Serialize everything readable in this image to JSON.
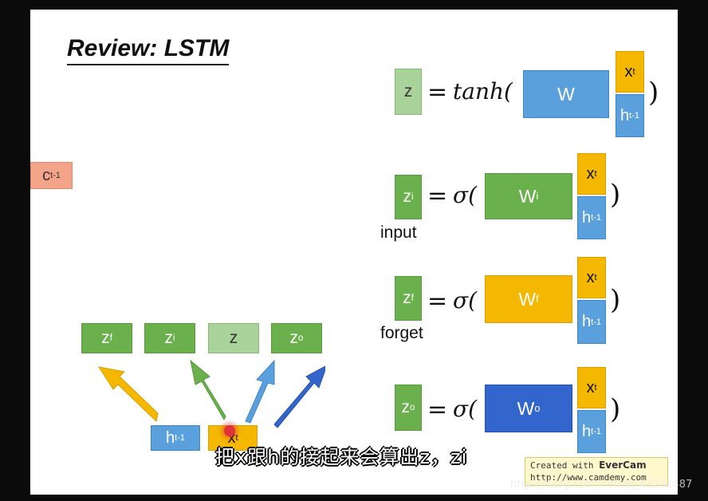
{
  "title": "Review: LSTM",
  "cell_prev": {
    "base": "c",
    "sup": "t-1"
  },
  "equations": [
    {
      "lhs": {
        "base": "z",
        "sup": ""
      },
      "func": "tanh(",
      "weight": {
        "base": "W",
        "sup": ""
      },
      "x": {
        "base": "x",
        "sup": "t"
      },
      "h": {
        "base": "h",
        "sup": "t-1"
      },
      "label": "",
      "color": "#5aa0dc"
    },
    {
      "lhs": {
        "base": "z",
        "sup": "i"
      },
      "func": "σ(",
      "weight": {
        "base": "W",
        "sup": "i"
      },
      "x": {
        "base": "x",
        "sup": "t"
      },
      "h": {
        "base": "h",
        "sup": "t-1"
      },
      "label": "input",
      "color": "#6ab04c"
    },
    {
      "lhs": {
        "base": "z",
        "sup": "f"
      },
      "func": "σ(",
      "weight": {
        "base": "W",
        "sup": "f"
      },
      "x": {
        "base": "x",
        "sup": "t"
      },
      "h": {
        "base": "h",
        "sup": "t-1"
      },
      "label": "forget",
      "color": "#f5b800"
    },
    {
      "lhs": {
        "base": "z",
        "sup": "o"
      },
      "func": "σ(",
      "weight": {
        "base": "W",
        "sup": "o"
      },
      "x": {
        "base": "x",
        "sup": "t"
      },
      "h": {
        "base": "h",
        "sup": "t-1"
      },
      "label": "",
      "color": "#3366cc"
    }
  ],
  "equals": "=",
  "close_paren": ")",
  "gates": [
    {
      "base": "z",
      "sup": "f"
    },
    {
      "base": "z",
      "sup": "i"
    },
    {
      "base": "z",
      "sup": ""
    },
    {
      "base": "z",
      "sup": "o"
    }
  ],
  "inputs": {
    "h": {
      "base": "h",
      "sup": "t-1"
    },
    "x": {
      "base": "x",
      "sup": "t"
    }
  },
  "subtitle": "把x跟h的接起来会算出z，zi",
  "evercam": {
    "line1": "Created with ",
    "brand": "EverCam",
    "line2": "http://www.camdemy.com"
  },
  "watermark": "https://blog.csdn.net/qq_43232487"
}
